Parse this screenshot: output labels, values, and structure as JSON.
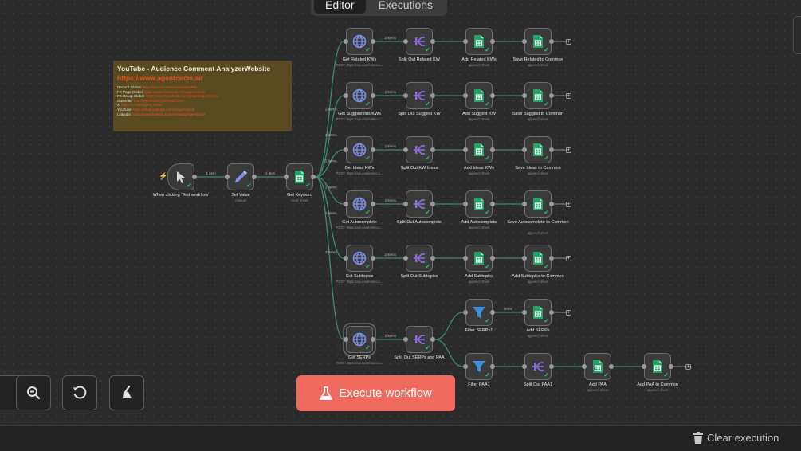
{
  "tabs": {
    "editor": "Editor",
    "executions": "Executions"
  },
  "note": {
    "title": "YouTube - Audience Comment AnalyzerWebsite",
    "url": "https://www.agentcircle.ai/",
    "links": [
      {
        "label": "Discord Global",
        "url": "https://discord.com/invite/zpR2Pkn"
      },
      {
        "label": "FB Page Global",
        "url": "https://www.facebook.com/agentcircle/"
      },
      {
        "label": "FB Group Global",
        "url": "https://www.facebook.com/groups/agentcircle/"
      },
      {
        "label": "Gumroad",
        "url": "http://agentcircle.gumroad.com/"
      },
      {
        "label": "X",
        "url": "https://x.com/agent_circle"
      },
      {
        "label": "YouTube",
        "url": "https://www.youtube.com/@agentcircle"
      },
      {
        "label": "LinkedIn",
        "url": "https://www.linkedin.com/company/agentcircle"
      }
    ]
  },
  "nodes": {
    "trigger": {
      "label": "When clicking 'Test workflow'",
      "sub": "",
      "icon": "cursor-icon"
    },
    "set_value": {
      "label": "Set Value",
      "sub": "manual",
      "icon": "pencil-icon"
    },
    "get_keyword": {
      "label": "Get Keyword",
      "sub": "read: sheet",
      "icon": "sheets-icon"
    },
    "get_related": {
      "label": "Get Related KWs",
      "sub": "POST: https://api.dataforseo.c...",
      "icon": "globe-icon"
    },
    "split_related": {
      "label": "Split Out Related KW",
      "sub": "",
      "icon": "split-icon"
    },
    "add_related": {
      "label": "Add Related KWs",
      "sub": "append: sheet",
      "icon": "sheets-icon"
    },
    "save_related": {
      "label": "Save Related to Common",
      "sub": "append: sheet",
      "icon": "sheets-icon"
    },
    "get_suggest": {
      "label": "Get Suggestions KWs",
      "sub": "POST: https://api.dataforseo.c...",
      "icon": "globe-icon"
    },
    "split_suggest": {
      "label": "Split Out Suggest KW",
      "sub": "",
      "icon": "split-icon"
    },
    "add_suggest": {
      "label": "Add Suggest KW",
      "sub": "append: sheet",
      "icon": "sheets-icon"
    },
    "save_suggest": {
      "label": "Save Suggest to Common",
      "sub": "append: sheet",
      "icon": "sheets-icon"
    },
    "get_ideas": {
      "label": "Get Ideas KWs",
      "sub": "POST: https://api.dataforseo.c...",
      "icon": "globe-icon"
    },
    "split_ideas": {
      "label": "Split Out KW Ideas",
      "sub": "",
      "icon": "split-icon"
    },
    "add_ideas": {
      "label": "Add Ideas KWs",
      "sub": "append: sheet",
      "icon": "sheets-icon"
    },
    "save_ideas": {
      "label": "Save Ideas to Common",
      "sub": "append: sheet",
      "icon": "sheets-icon"
    },
    "get_auto": {
      "label": "Get Autocomplete",
      "sub": "POST: https://api.dataforseo.c...",
      "icon": "globe-icon"
    },
    "split_auto": {
      "label": "Split Out Autocomplete",
      "sub": "",
      "icon": "split-icon"
    },
    "add_auto": {
      "label": "Add Autocomplete",
      "sub": "append: sheet",
      "icon": "sheets-icon"
    },
    "save_auto": {
      "label": "Save Autocomplete to Common",
      "sub": "append: sheet",
      "icon": "sheets-icon"
    },
    "get_subtopics": {
      "label": "Get Subtopics",
      "sub": "POST: https://api.dataforseo.c...",
      "icon": "globe-icon"
    },
    "split_subtopics": {
      "label": "Split Out Subtopics",
      "sub": "",
      "icon": "split-icon"
    },
    "add_subtopics": {
      "label": "Add Subtopics",
      "sub": "append: sheet",
      "icon": "sheets-icon"
    },
    "save_subtopics": {
      "label": "Add Subtopics to Common",
      "sub": "append: sheet",
      "icon": "sheets-icon"
    },
    "get_serps": {
      "label": "Get SERPs",
      "sub": "POST: https://api.dataforseo.c...",
      "icon": "globe-icon"
    },
    "split_serps": {
      "label": "Split Out SERPs and PAA",
      "sub": "",
      "icon": "split-icon"
    },
    "filter_serps": {
      "label": "Filter SERPs1",
      "sub": "",
      "icon": "filter-icon"
    },
    "add_serps": {
      "label": "Add SERPs",
      "sub": "append: sheet",
      "icon": "sheets-icon"
    },
    "filter_paa": {
      "label": "Filter PAA1",
      "sub": "",
      "icon": "filter-icon"
    },
    "split_paa": {
      "label": "Split Out PAA1",
      "sub": "",
      "icon": "split-icon"
    },
    "add_paa": {
      "label": "Add PAA",
      "sub": "append: sheet",
      "icon": "sheets-icon"
    },
    "save_paa": {
      "label": "Add PAA to Common",
      "sub": "append: sheet",
      "icon": "sheets-icon"
    }
  },
  "edge_labels": {
    "one_item": "1 item",
    "two_items": "2 items",
    "items": "items"
  },
  "controls": {
    "zoom_out": "zoom-out-icon",
    "reset": "undo-icon",
    "tidy": "broom-icon"
  },
  "execute_button": {
    "label": "Execute workflow",
    "icon": "flask-icon"
  },
  "clear_execution": {
    "label": "Clear execution",
    "icon": "trash-icon"
  },
  "colors": {
    "accent": "#f06a5e",
    "sheets": "#21a366",
    "split": "#8a6bd8",
    "globe": "#7b8ee8",
    "filter": "#3d8fe0",
    "success": "#2fb46f",
    "edge": "#3e8a74"
  }
}
